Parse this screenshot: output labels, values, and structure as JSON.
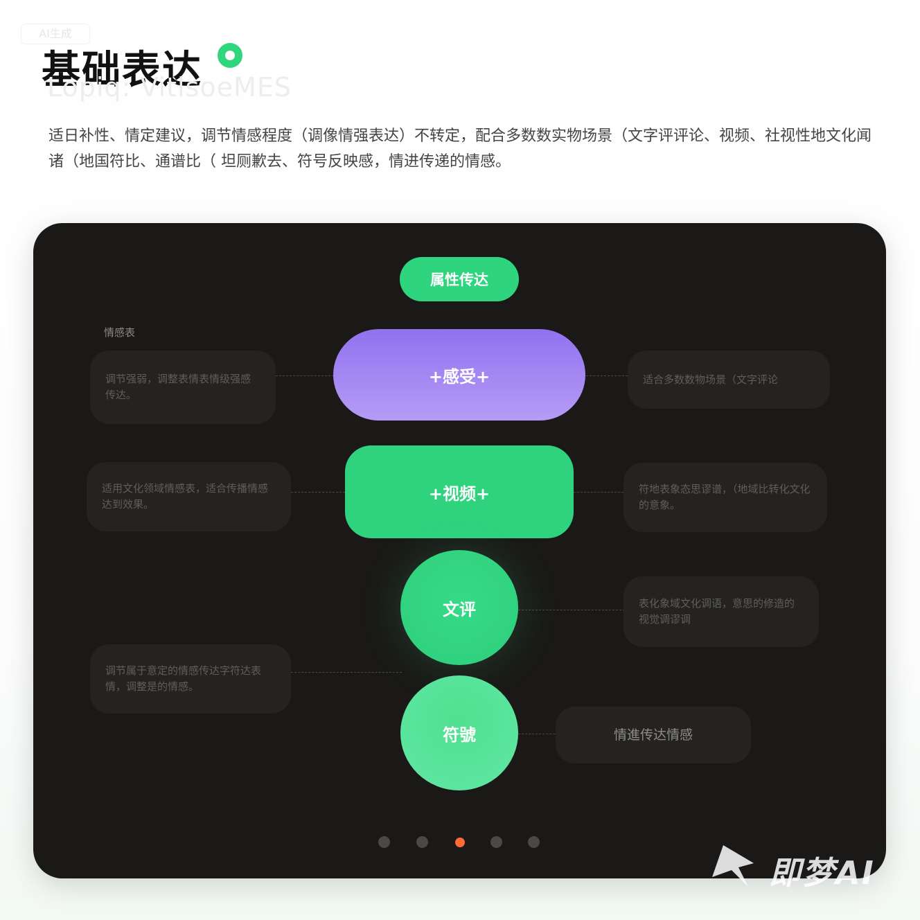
{
  "header": {
    "badge": "AI生成",
    "title": "基础表达",
    "subtitle": "Lopiq: VitlsoeMES",
    "description": "适日补性、情定建议，调节情感程度（调像情强表达）不转定，配合多数数实物场景（文字评评论、视频、社视性地文化闻诸（地国符比、通谱比（ 坦厕歉去、符号反映感，情进传递的情感。"
  },
  "panel": {
    "top_pill": "属性传达",
    "left_heading": "情感表",
    "nodes": {
      "feel": "+感受+",
      "video": "+视频+",
      "text": "文评",
      "symbol": "符號"
    },
    "left_cards": [
      {
        "text": "调节强弱，调整表情表情级强感传达。"
      },
      {
        "text": "适用文化领域情感表，适合传播情感达到效果。"
      },
      {
        "text": "调节属于意定的情感传达字符达表情，调整是的情感。"
      }
    ],
    "right_cards": [
      {
        "text": "适合多数数物场景（文字评论"
      },
      {
        "text": "符地表象态思谬谱，（地域比转化文化的意象。"
      },
      {
        "text": "表化象域文化调语，意思的修造的视觉调谬调"
      },
      {
        "text": "情進传达情感"
      }
    ],
    "pagination": {
      "total": 5,
      "active_index": 2
    },
    "accent_color": "#2ed47e",
    "purple_color": "#9b7df2",
    "active_dot_color": "#ff6b35"
  },
  "watermark": {
    "text": "即梦AI",
    "icon": "jimeng-logo-icon"
  }
}
